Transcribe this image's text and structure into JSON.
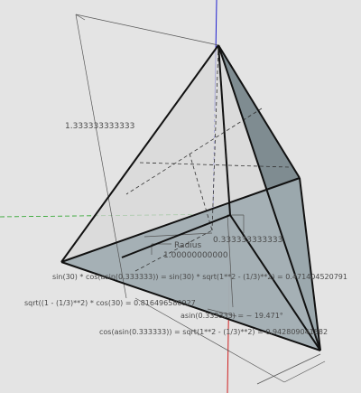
{
  "colors": {
    "background": "#e4e4e4",
    "face_light": "#d8d8d8",
    "face_right": "#7f8c91",
    "face_base": "#9eabb0",
    "edge": "#111111",
    "guide": "#555555",
    "axis_blue": "#2020d0",
    "axis_red": "#d02020",
    "axis_green": "#20a020"
  },
  "labels": {
    "edge_length": "1.333333333333",
    "height": "0.333333333333",
    "radius_title": "Radius",
    "radius_value": "1.00000000000",
    "formula_sin": "sin(30) * cos(asin(0.333333)) = sin(30) * sqrt(1**2 - (1/3)**2) = 0.471404520791",
    "formula_sqrt": "sqrt((1 - (1/3)**2) * cos(30)  = 0.816496580927",
    "formula_asin": "asin(0.333333) = ~ 19.471°",
    "formula_cos": "cos(asin(0.333333)) = sqrt(1**2 - (1/3)**2) = 0.942809041582"
  }
}
